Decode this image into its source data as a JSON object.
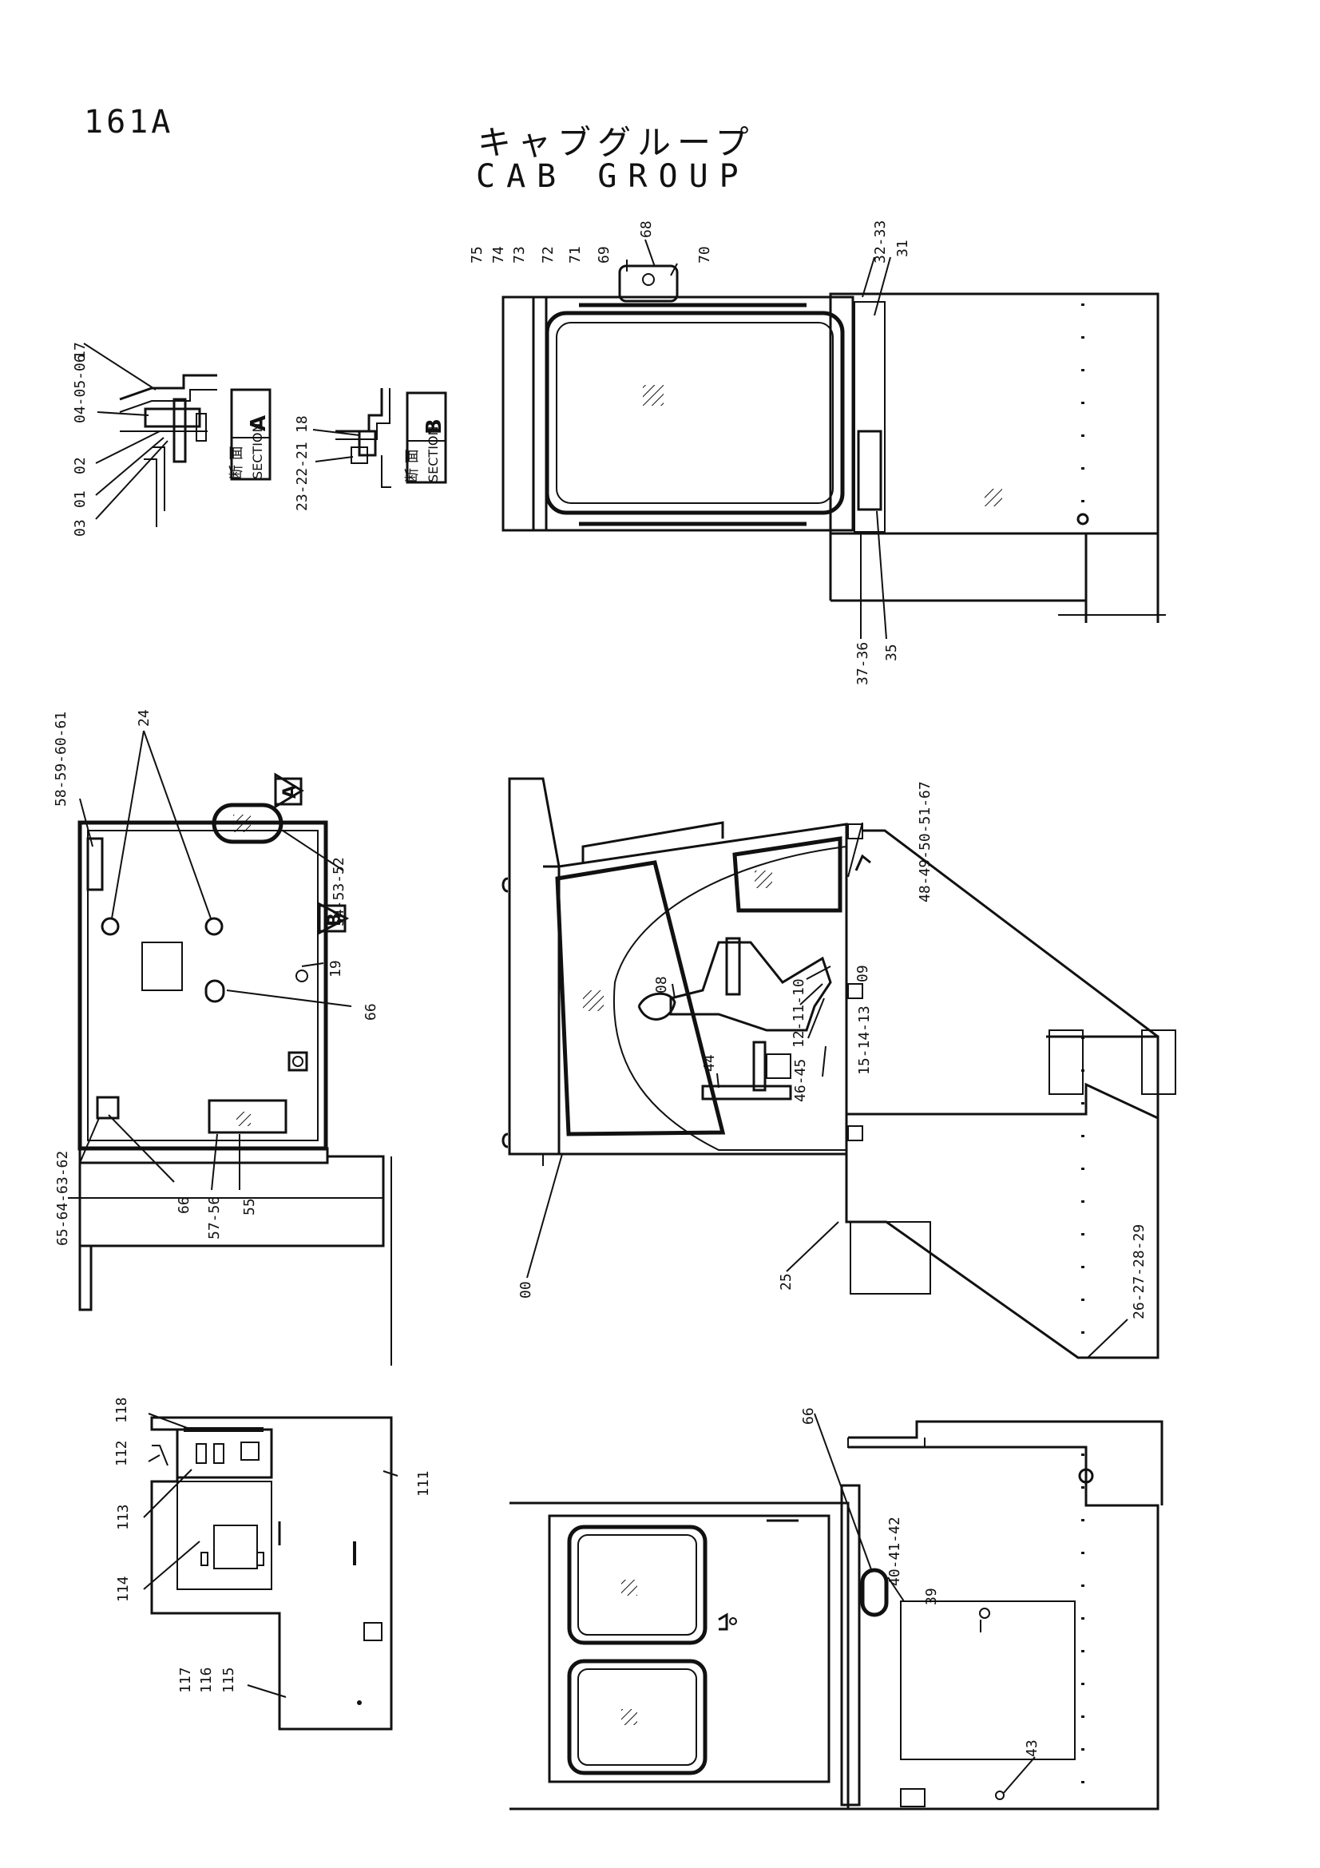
{
  "header": {
    "page_number": "161A",
    "title_jp": "キャブグループ",
    "title_en": "CAB GROUP"
  },
  "section_a": {
    "kanji": "断 面",
    "word": "SECTION",
    "letter": "A"
  },
  "section_b": {
    "kanji": "断 面",
    "word": "SECTION",
    "letter": "B"
  },
  "arrows": {
    "a": "A",
    "b": "B"
  },
  "callouts": {
    "c75": "75",
    "c74": "74",
    "c73": "73",
    "c72": "72",
    "c71": "71",
    "c69": "69",
    "c68": "68",
    "c70": "70",
    "c32_33": "32-33",
    "c31": "31",
    "c37_36": "37-36",
    "c35": "35",
    "c17": "17",
    "c04_05_06": "04-05-06",
    "c02": "02",
    "c01": "01",
    "c03": "03",
    "c18": "18",
    "c23_22_21": "23-22-21",
    "c58_59_60_61": "58-59-60-61",
    "c24": "24",
    "c54_53_52": "54-53-52",
    "c19": "19",
    "c66_top": "66",
    "c65_64_63_62": "65-64-63-62",
    "c66_bottom": "66",
    "c57_56": "57-56",
    "c55": "55",
    "c48_49_50_51_67": "48-49-50-51-67",
    "c09": "09",
    "c08": "08",
    "c12_11_10": "12-11-10",
    "c15_14_13": "15-14-13",
    "c44": "44",
    "c46_45": "46-45",
    "c00": "00",
    "c25": "25",
    "c26_27_28_29": "26-27-28-29",
    "c118": "118",
    "c112": "112",
    "c111": "111",
    "c113": "113",
    "c114": "114",
    "c117": "117",
    "c116": "116",
    "c115": "115",
    "c66_lower": "66",
    "c40_41_42": "40-41-42",
    "c39": "39",
    "c43": "43"
  }
}
